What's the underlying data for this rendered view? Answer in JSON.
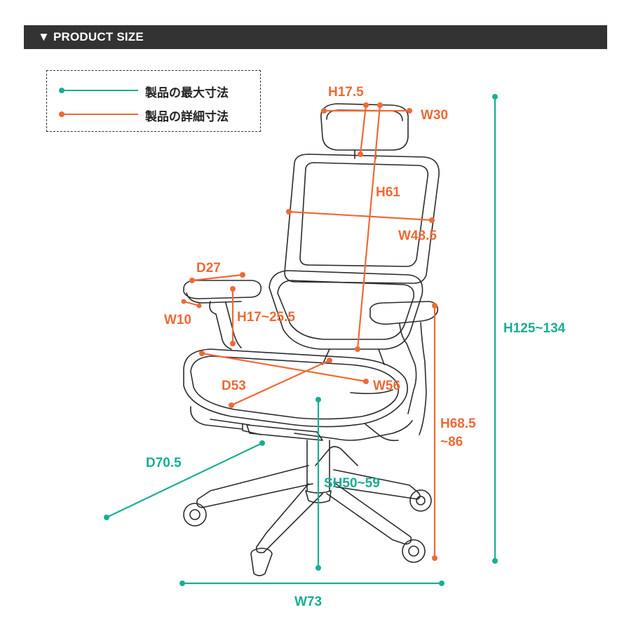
{
  "header": {
    "title": "▼ PRODUCT SIZE"
  },
  "colors": {
    "max": "#1aad94",
    "detail": "#ee6a35",
    "outline": "#2b2b2b",
    "header_bg": "#333333"
  },
  "legend": {
    "max_label": "製品の最大寸法",
    "detail_label": "製品の詳細寸法"
  },
  "dimensions": {
    "headrest_height": "H17.5",
    "headrest_width": "W30",
    "back_height": "H61",
    "back_width": "W48.5",
    "armrest_depth": "D27",
    "armrest_width": "W10",
    "armrest_height": "H17~25.5",
    "seat_depth": "D53",
    "seat_width": "W56",
    "total_height": "H125~134",
    "arm_floor_height_1": "H68.5",
    "arm_floor_height_2": "~86",
    "total_depth": "D70.5",
    "seat_height": "SH50~59",
    "total_width": "W73"
  }
}
